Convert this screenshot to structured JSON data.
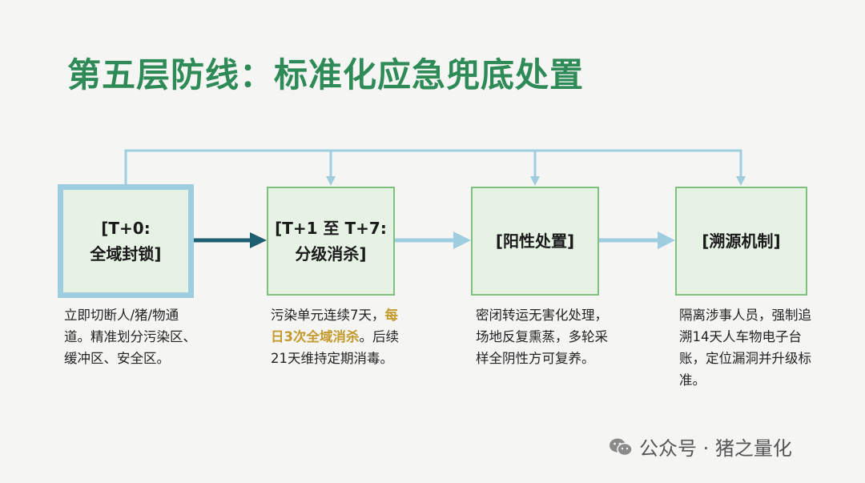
{
  "title": "第五层防线：标准化应急兜底处置",
  "steps": [
    {
      "label": "[T+0:\n全域封锁]"
    },
    {
      "label": "[T+1 至 T+7:\n分级消杀]"
    },
    {
      "label": "[阳性处置]"
    },
    {
      "label": "[溯源机制]"
    }
  ],
  "descriptions": {
    "d1": "立即切断人/猪/物通道。精准划分污染区、缓冲区、安全区。",
    "d2_before": "污染单元连续7天，",
    "d2_highlight": "每日3次全域消杀",
    "d2_after": "。后续21天维持定期消毒。",
    "d3": "密闭转运无害化处理，场地反复熏蒸，多轮采样全阴性方可复养。",
    "d4": "隔离涉事人员，强制追溯14天人车物电子台账，定位漏洞并升级标准。"
  },
  "footer": {
    "icon": "wechat-icon",
    "text": "公众号 · 猪之量化"
  },
  "colors": {
    "title": "#2e8b57",
    "box_fill": "#e6f3e4",
    "box_border": "#7fc07f",
    "first_box_border": "#9ecde0",
    "dark_arrow": "#1e5f70",
    "light_arrow": "#9ecde0",
    "highlight": "#c49a2c"
  }
}
